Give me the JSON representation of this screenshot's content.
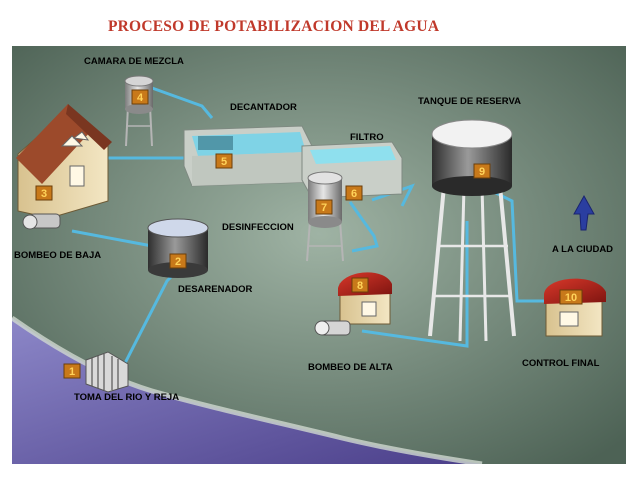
{
  "title": "PROCESO DE POTABILIZACION DEL AGUA",
  "labels": {
    "camara": "CAMARA DE MEZCLA",
    "decantador": "DECANTADOR",
    "tanque": "TANQUE DE RESERVA",
    "filtro": "FILTRO",
    "desinfeccion": "DESINFECCION",
    "bombeo_baja": "BOMBEO DE BAJA",
    "desarenador": "DESARENADOR",
    "ciudad": "A LA CIUDAD",
    "bombeo_alta": "BOMBEO DE ALTA",
    "control": "CONTROL FINAL",
    "toma": "TOMA DEL RIO Y REJA"
  },
  "steps": [
    "1",
    "2",
    "3",
    "4",
    "5",
    "6",
    "7",
    "8",
    "9",
    "10"
  ],
  "colors": {
    "title": "#c0392b",
    "pipe": "#4fb3d9",
    "badge": "#c8791a",
    "background": "#5f7568",
    "river": "#6b5fa8"
  }
}
